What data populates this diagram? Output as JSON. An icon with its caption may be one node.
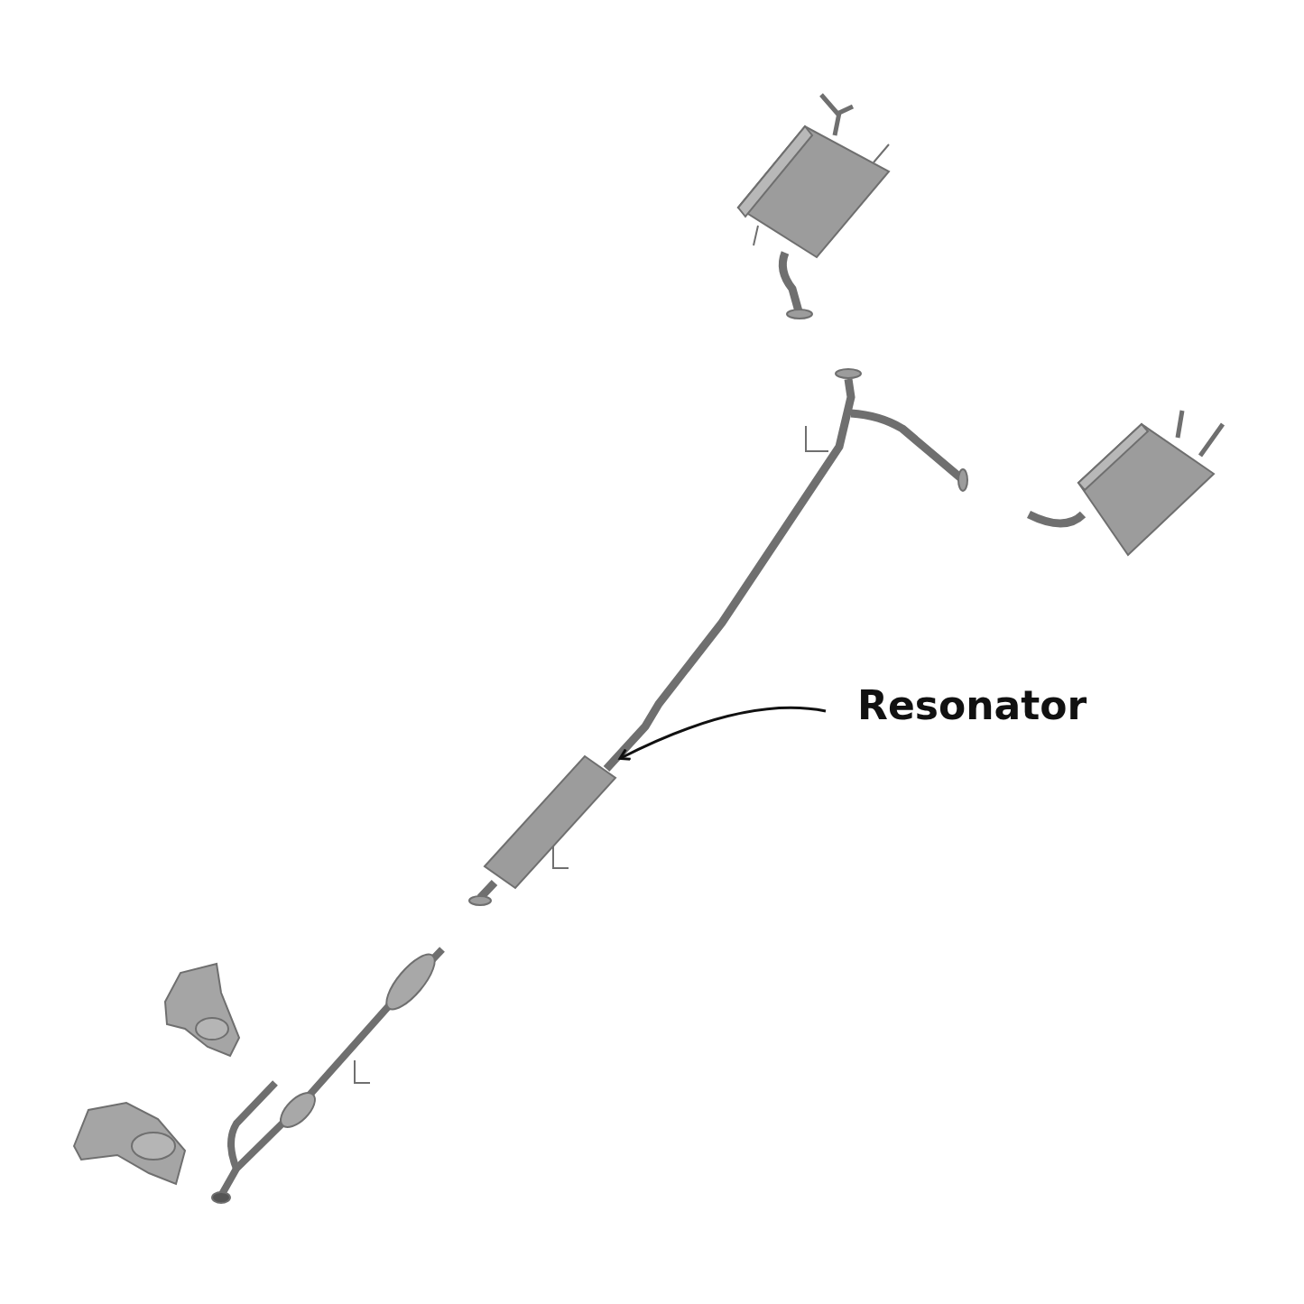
{
  "diagram": {
    "nodes": [
      {
        "text": [
          "Resonator"
        ]
      },
      {
        "text": [],
        "shape": "picture"
      }
    ],
    "edges": [
      {
        "from": 0,
        "to": 1,
        "arrow": "to"
      }
    ]
  }
}
